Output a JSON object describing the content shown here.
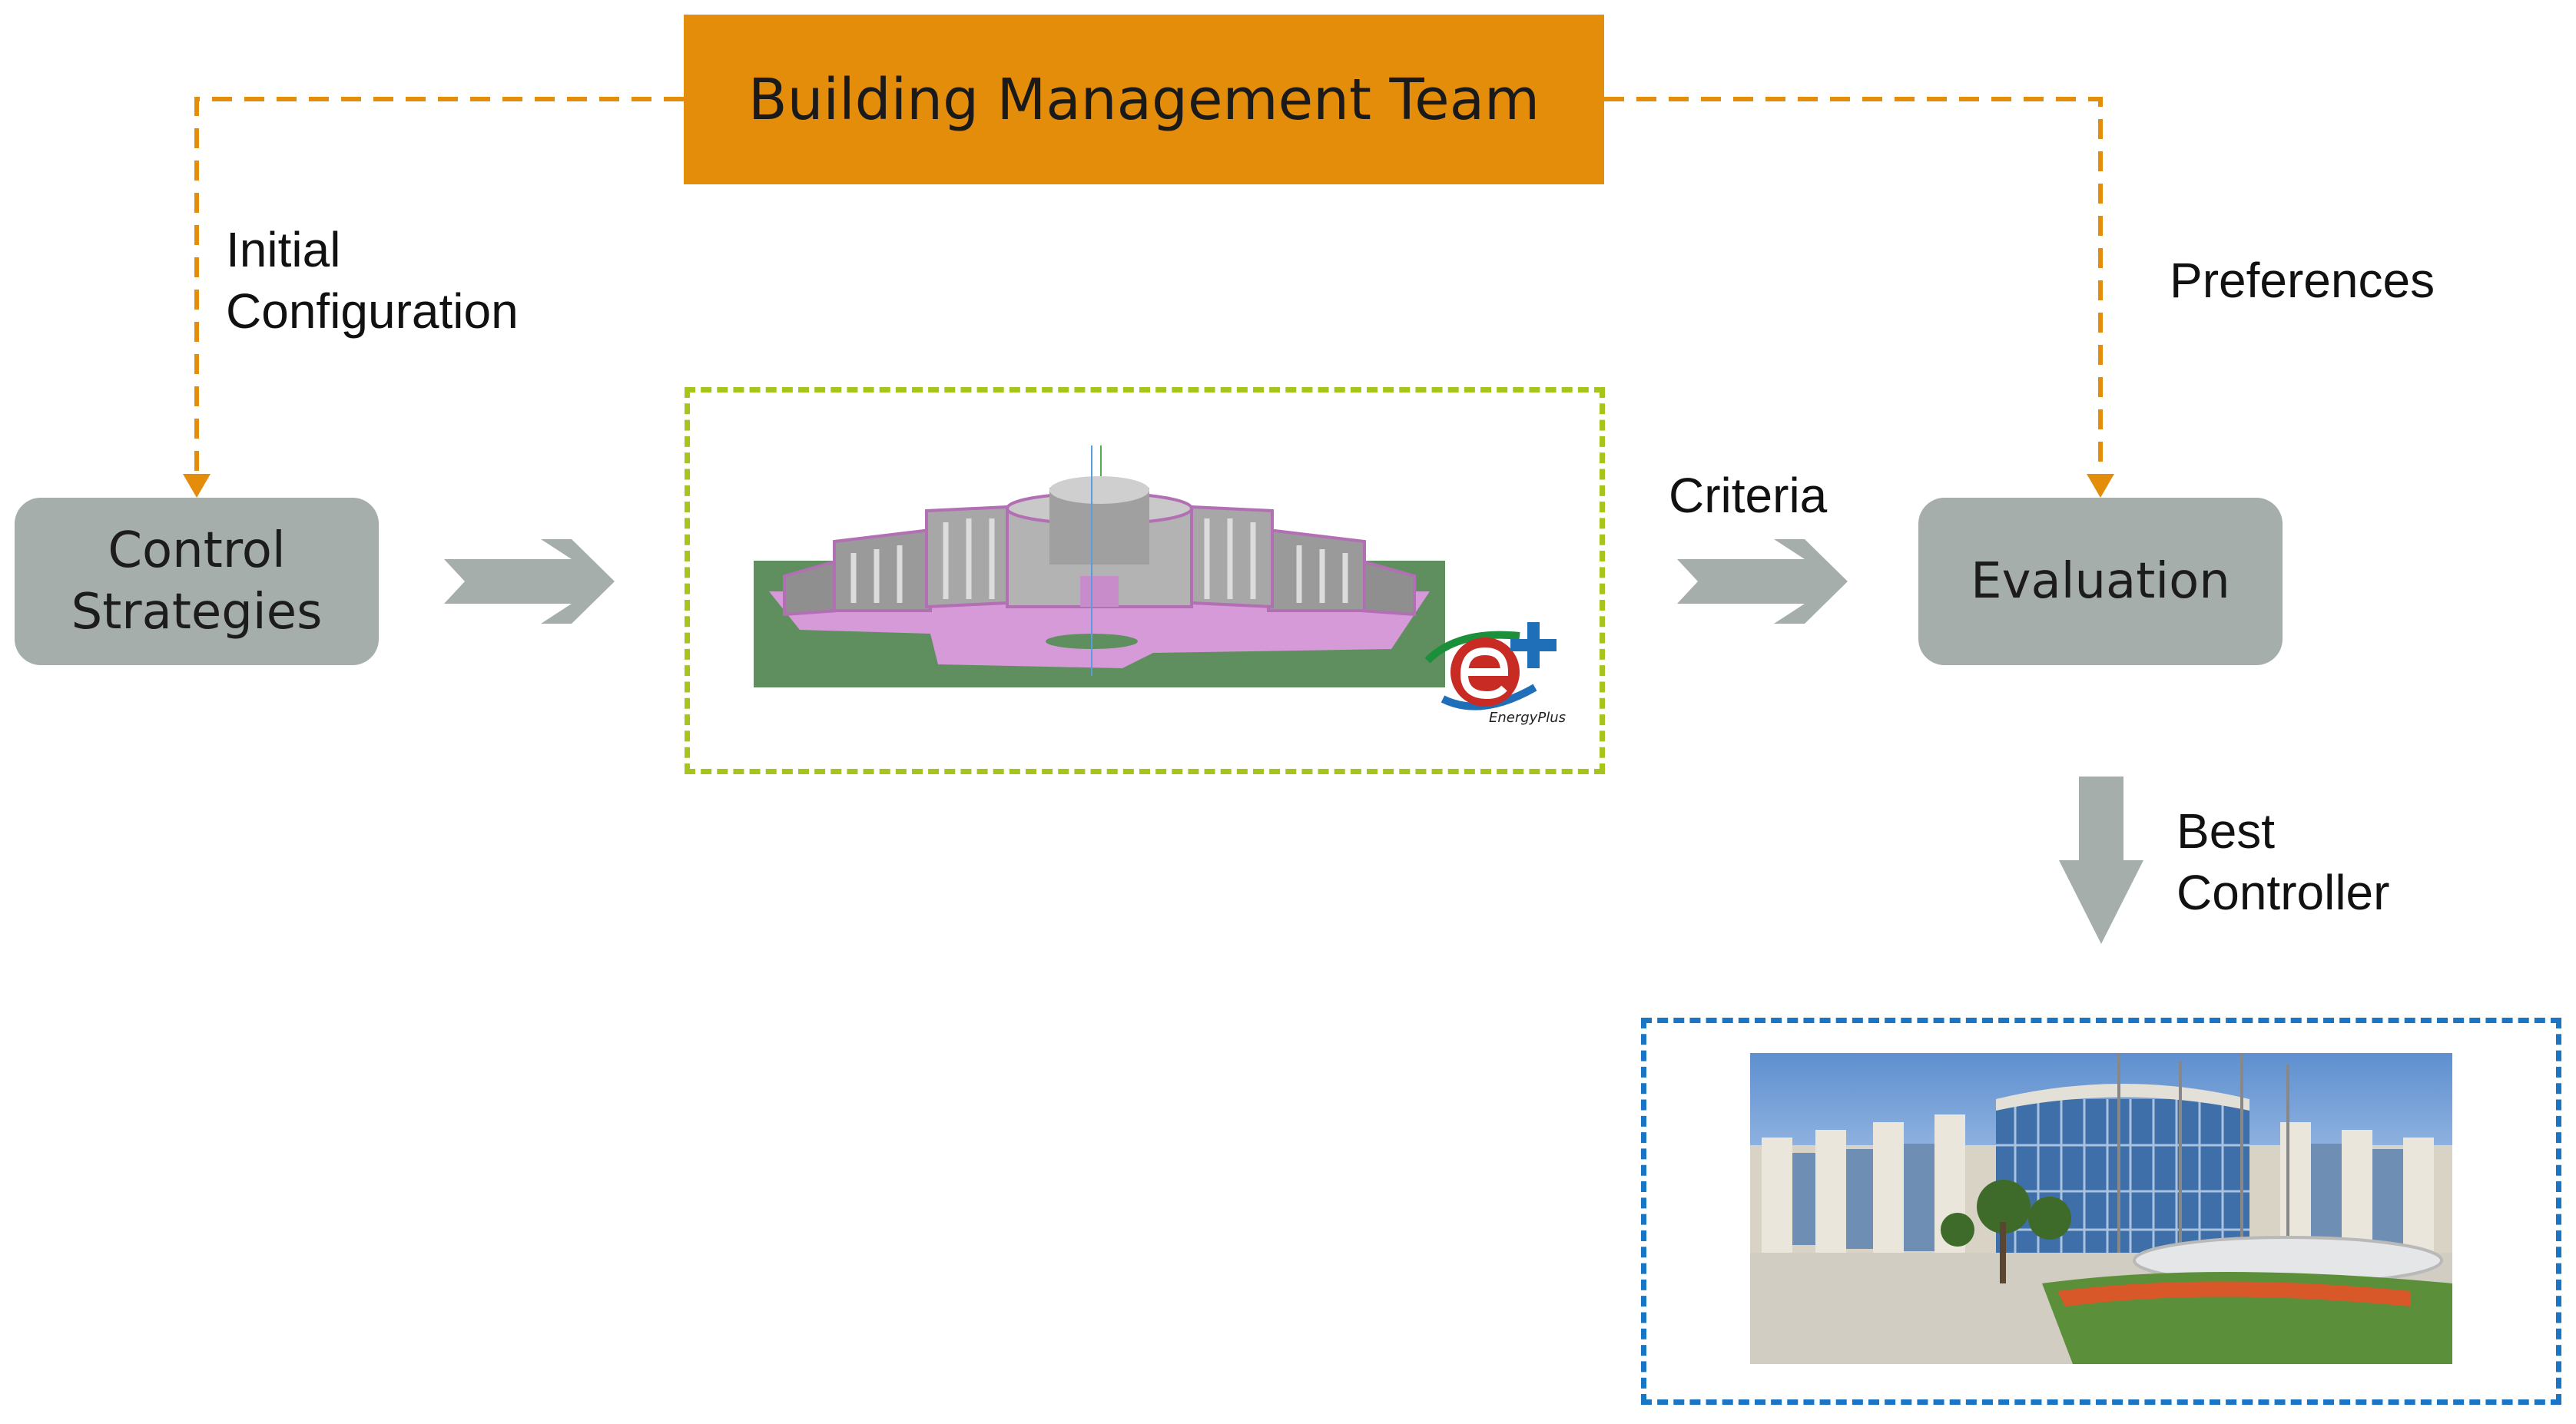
{
  "team": {
    "label": "Building Management Team"
  },
  "nodes": {
    "control_strategies": "Control\nStrategies",
    "evaluation": "Evaluation"
  },
  "edges": {
    "initial_configuration": "Initial\nConfiguration",
    "preferences": "Preferences",
    "criteria": "Criteria",
    "best_controller": "Best\nController"
  },
  "images": {
    "simulation_model": "building-energy-model-3d",
    "simulation_tool_logo": "energyplus-logo",
    "real_building": "building-photo"
  },
  "logo_text": {
    "energyplus": "EnergyPlus"
  },
  "colors": {
    "team_box": "#e48d0a",
    "team_connectors": "#e48d0a",
    "process_box": "#a6aeab",
    "arrows": "#a6aeab",
    "simulation_frame": "#a6c51c",
    "real_building_frame": "#1b75c5"
  }
}
